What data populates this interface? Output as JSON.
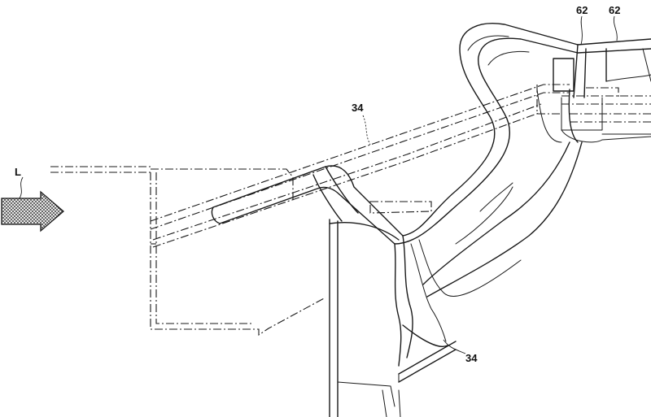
{
  "labels": {
    "arrow_L": "L",
    "ref_34_top": "34",
    "ref_34_bottom": "34",
    "ref_62_left": "62",
    "ref_62_right": "62"
  },
  "colors": {
    "line": "#1a1a1a",
    "arrow_fill": "#e6e6e6",
    "background": "#ffffff"
  }
}
